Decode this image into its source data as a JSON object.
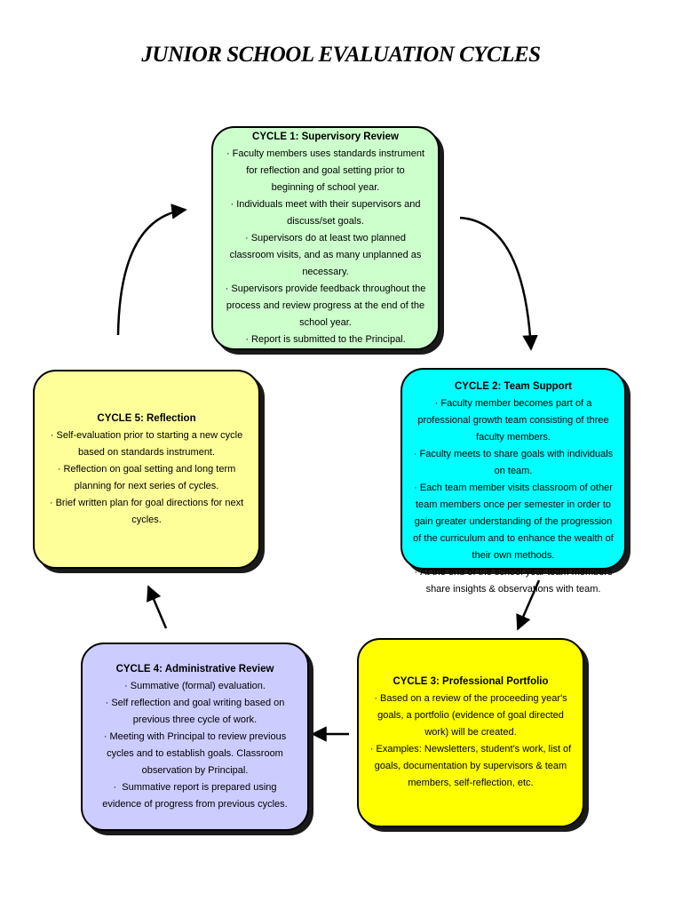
{
  "title": "JUNIOR SCHOOL EVALUATION CYCLES",
  "cycles": [
    {
      "heading": "CYCLE 1:  Supervisory Review",
      "color": "#ccffcc",
      "bullets": [
        "Faculty members uses standards instrument for reflection and goal setting prior to beginning of school year.",
        "Individuals meet with their supervisors and discuss/set goals.",
        "Supervisors do at least two planned classroom visits, and as many unplanned as necessary.",
        "Supervisors  provide feedback throughout the process and review progress at the end of the school year.",
        "Report is submitted to the Principal."
      ]
    },
    {
      "heading": "CYCLE 2:  Team Support",
      "color": "#00ffff",
      "bullets": [
        "Faculty member becomes part of a professional growth team consisting of three faculty members.",
        "Faculty meets to share goals with individuals on team.",
        "Each team member visits classroom of other team members once per semester in order to gain greater understanding of the progression of the curriculum and to enhance the wealth of their own methods.",
        "At the end of the school year team members share insights & observations with team."
      ]
    },
    {
      "heading": "CYCLE 3:  Professional Portfolio",
      "color": "#ffff00",
      "bullets": [
        "Based on a review of the proceeding year's goals, a portfolio (evidence of goal directed work) will be created.",
        "Examples:  Newsletters, student's work, list of goals, documentation by supervisors & team members, self-reflection, etc."
      ]
    },
    {
      "heading": "CYCLE 4:  Administrative Review",
      "color": "#ccccff",
      "bullets": [
        "Summative (formal) evaluation.",
        "Self reflection and goal writing based on previous three cycle of work.",
        "Meeting with Principal to review previous cycles  and to establish goals. Classroom observation by Principal.",
        " Summative report is prepared using evidence of progress from previous cycles."
      ]
    },
    {
      "heading": "CYCLE 5:  Reflection",
      "color": "#ffff99",
      "bullets": [
        "Self-evaluation prior to starting a new cycle based on standards instrument.",
        "Reflection on goal setting and long term planning for next series of cycles.",
        "Brief written plan for goal directions for next cycles."
      ]
    }
  ]
}
